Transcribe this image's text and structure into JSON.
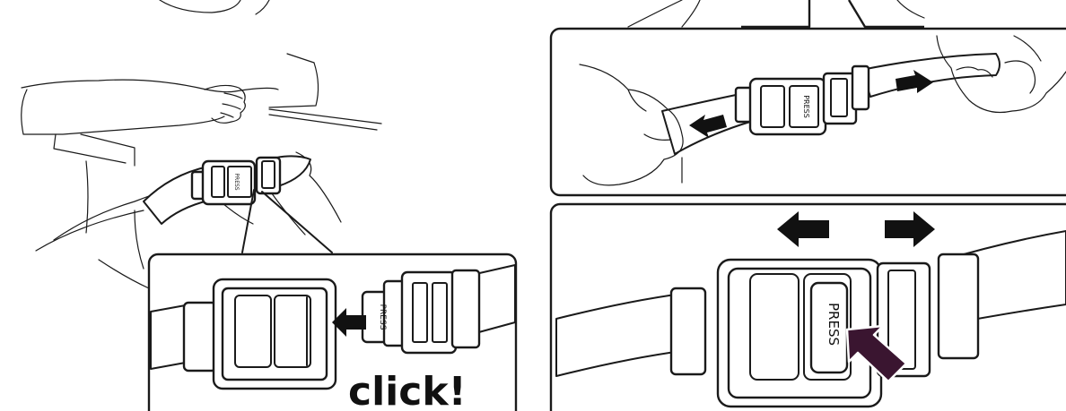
{
  "labels": {
    "press_small_body": "PRESS",
    "press_inset_click": "PRESS",
    "press_pull_panel": "PRESS",
    "press_release_panel": "PRESS",
    "click": "click!"
  },
  "colors": {
    "line": "#1a1a1a",
    "arrow": "#111111",
    "finger_arrow": "#3a1530",
    "background": "#ffffff"
  },
  "icons": {
    "insert_arrow": "arrow-left-icon",
    "pull_left": "arrow-left-icon",
    "pull_right": "arrow-right-icon",
    "release_left": "arrow-left-icon",
    "release_right": "arrow-right-icon",
    "press_pointer": "pointer-arrow-icon"
  }
}
